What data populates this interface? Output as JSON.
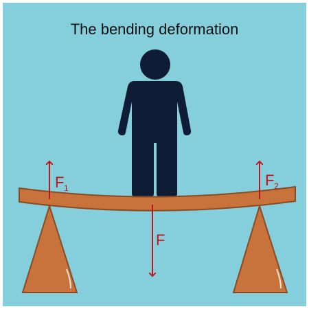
{
  "title": "The bending deformation",
  "forces": {
    "left": {
      "letter": "F",
      "subscript": "1"
    },
    "right": {
      "letter": "F",
      "subscript": "2"
    },
    "center": {
      "letter": "F"
    }
  },
  "colors": {
    "background": "#85cfdc",
    "border": "#ffffff",
    "beam_fill": "#c8733c",
    "beam_stroke": "#8a4a22",
    "support_fill": "#c8733c",
    "support_stroke": "#8a4a22",
    "person": "#0f1c36",
    "force_arrow": "#c0151b"
  }
}
